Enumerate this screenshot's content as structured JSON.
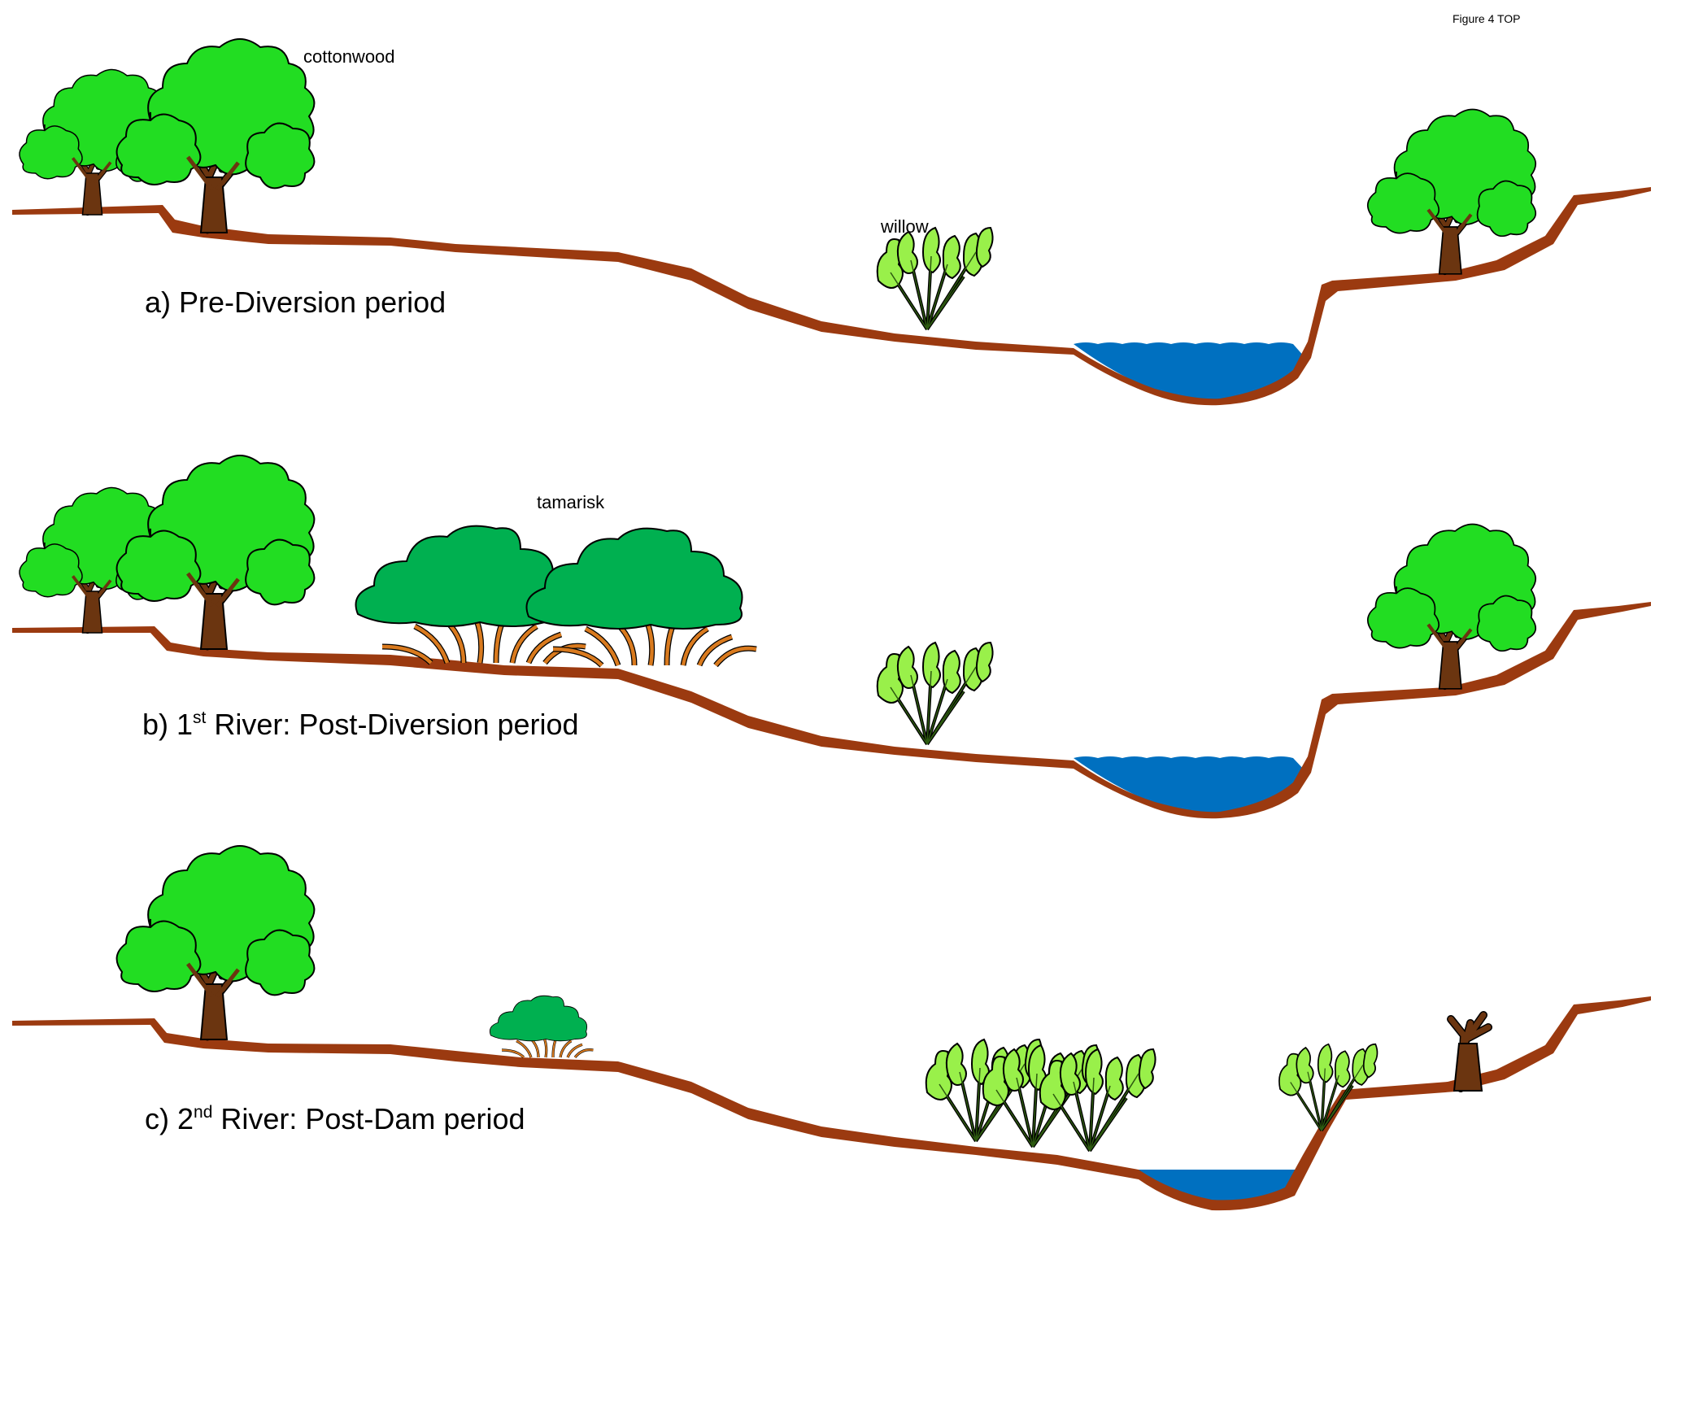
{
  "figure_label": "Figure 4 TOP",
  "colors": {
    "soil": "#9b3a10",
    "water": "#0070c0",
    "cottonwood_foliage": "#22dd22",
    "cottonwood_trunk": "#6b3510",
    "willow_foliage": "#99f04a",
    "tamarisk_foliage": "#00b050",
    "tamarisk_stems": "#d97a1e"
  },
  "species_labels": {
    "cottonwood": "cottonwood",
    "willow": "willow",
    "tamarisk": "tamarisk"
  },
  "panels": [
    {
      "id": "a",
      "label": {
        "prefix": "a) Pre-Diversion period",
        "sup": "",
        "rest": ""
      }
    },
    {
      "id": "b",
      "label": {
        "prefix": "b) 1",
        "sup": "st",
        "rest": " River: Post-Diversion period"
      }
    },
    {
      "id": "c",
      "label": {
        "prefix": "c) 2",
        "sup": "nd",
        "rest": " River: Post-Dam period"
      }
    }
  ]
}
